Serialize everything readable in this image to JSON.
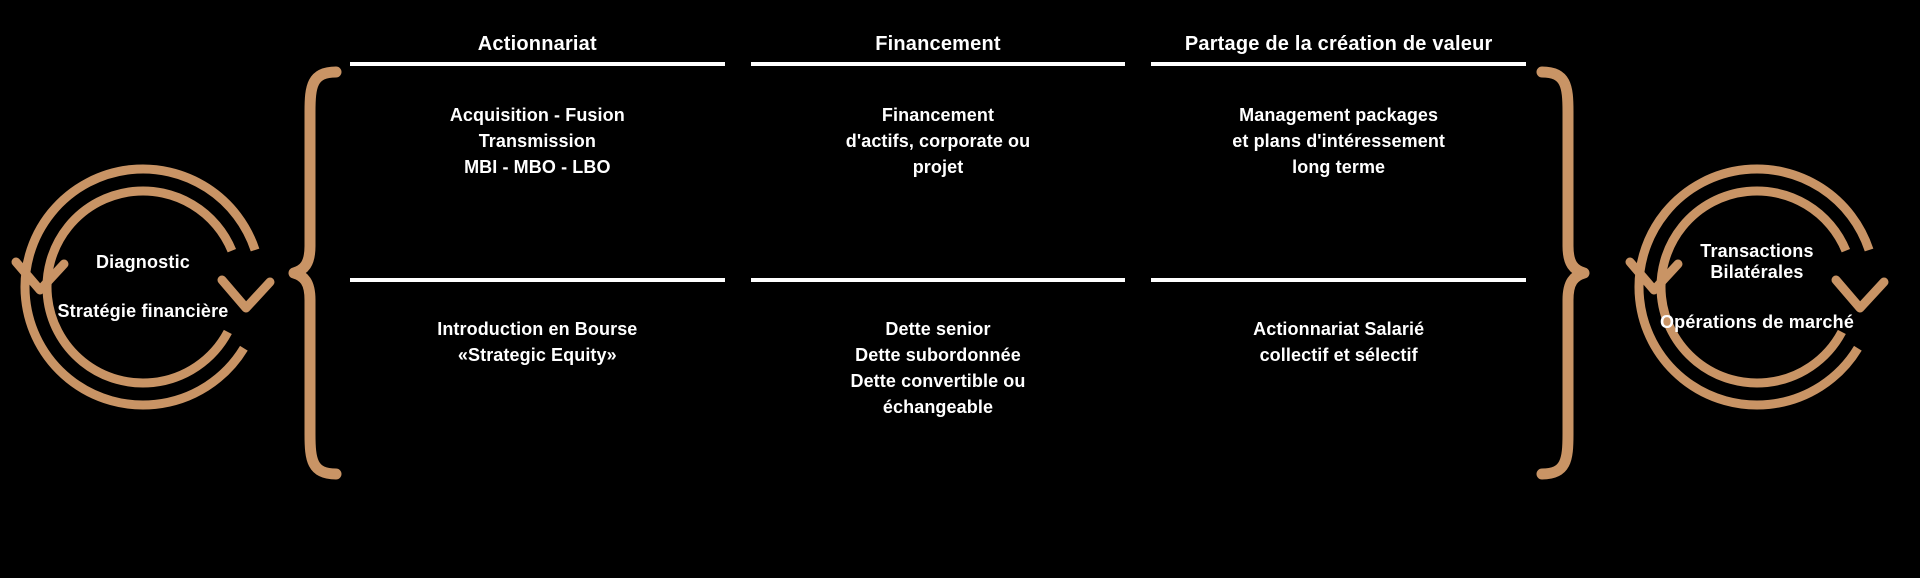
{
  "theme": {
    "background": "#000000",
    "accent": "#c99465",
    "text": "#ffffff"
  },
  "left_node": {
    "labels": [
      "Diagnostic",
      "Stratégie\nfinancière"
    ],
    "line1": "Diagnostic",
    "line2a": "Stratégie",
    "line2b": "financière"
  },
  "right_node": {
    "line1a": "Transactions",
    "line1b": "Bilatérales",
    "line2a": "Opérations de",
    "line2b": "marché"
  },
  "columns": [
    {
      "header": "Actionnariat",
      "top": [
        "Acquisition - Fusion",
        "Transmission",
        "MBI - MBO - LBO"
      ],
      "bottom": [
        "Introduction en Bourse",
        "«Strategic Equity»"
      ]
    },
    {
      "header": "Financement",
      "top": [
        "Financement",
        "d'actifs, corporate ou",
        "projet"
      ],
      "bottom": [
        "Dette senior",
        "Dette subordonnée",
        "Dette convertible ou",
        "échangeable"
      ]
    },
    {
      "header": "Partage de la création\nde valeur",
      "header_line1": "Partage de la création",
      "header_line2": "de valeur",
      "top": [
        "Management packages",
        "et plans d'intéressement",
        "long terme"
      ],
      "bottom": [
        "Actionnariat Salarié",
        "collectif et sélectif"
      ]
    }
  ]
}
